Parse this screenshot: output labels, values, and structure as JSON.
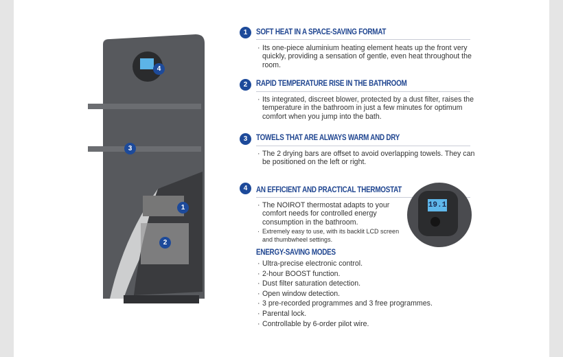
{
  "features": [
    {
      "number": "1",
      "title": "SOFT HEAT IN A SPACE-SAVING FORMAT",
      "bullets": [
        "Its one-piece aluminium heating element heats up the front very quickly, providing a sensation of gentle, even heat throughout the room."
      ]
    },
    {
      "number": "2",
      "title": "RAPID TEMPERATURE RISE IN THE BATHROOM",
      "bullets": [
        "Its integrated, discreet blower, protected by a dust filter, raises the temperature in the bathroom in just a few minutes for optimum comfort when you jump into the bath."
      ]
    },
    {
      "number": "3",
      "title": "TOWELS THAT ARE ALWAYS WARM AND DRY",
      "bullets": [
        "The 2 drying bars are offset to avoid overlapping towels. They can be positioned on the left or right."
      ]
    },
    {
      "number": "4",
      "title": "AN EFFICIENT AND PRACTICAL THERMOSTAT",
      "bullets": [
        "The NOIROT thermostat adapts to your comfort needs for controlled energy consumption in the bathroom.",
        "Extremely easy to use, with its backlit LCD screen and thumbwheel settings."
      ]
    }
  ],
  "energy": {
    "title": "ENERGY-SAVING MODES",
    "items": [
      "Ultra-precise electronic control.",
      "2-hour BOOST function.",
      "Dust filter saturation detection.",
      "Open window detection.",
      "3 pre-recorded programmes and 3 free programmes.",
      "Parental lock.",
      "Controllable by 6-order pilot wire."
    ]
  },
  "thermostat": {
    "display": "19.1"
  },
  "callouts": [
    "1",
    "2",
    "3",
    "4"
  ]
}
